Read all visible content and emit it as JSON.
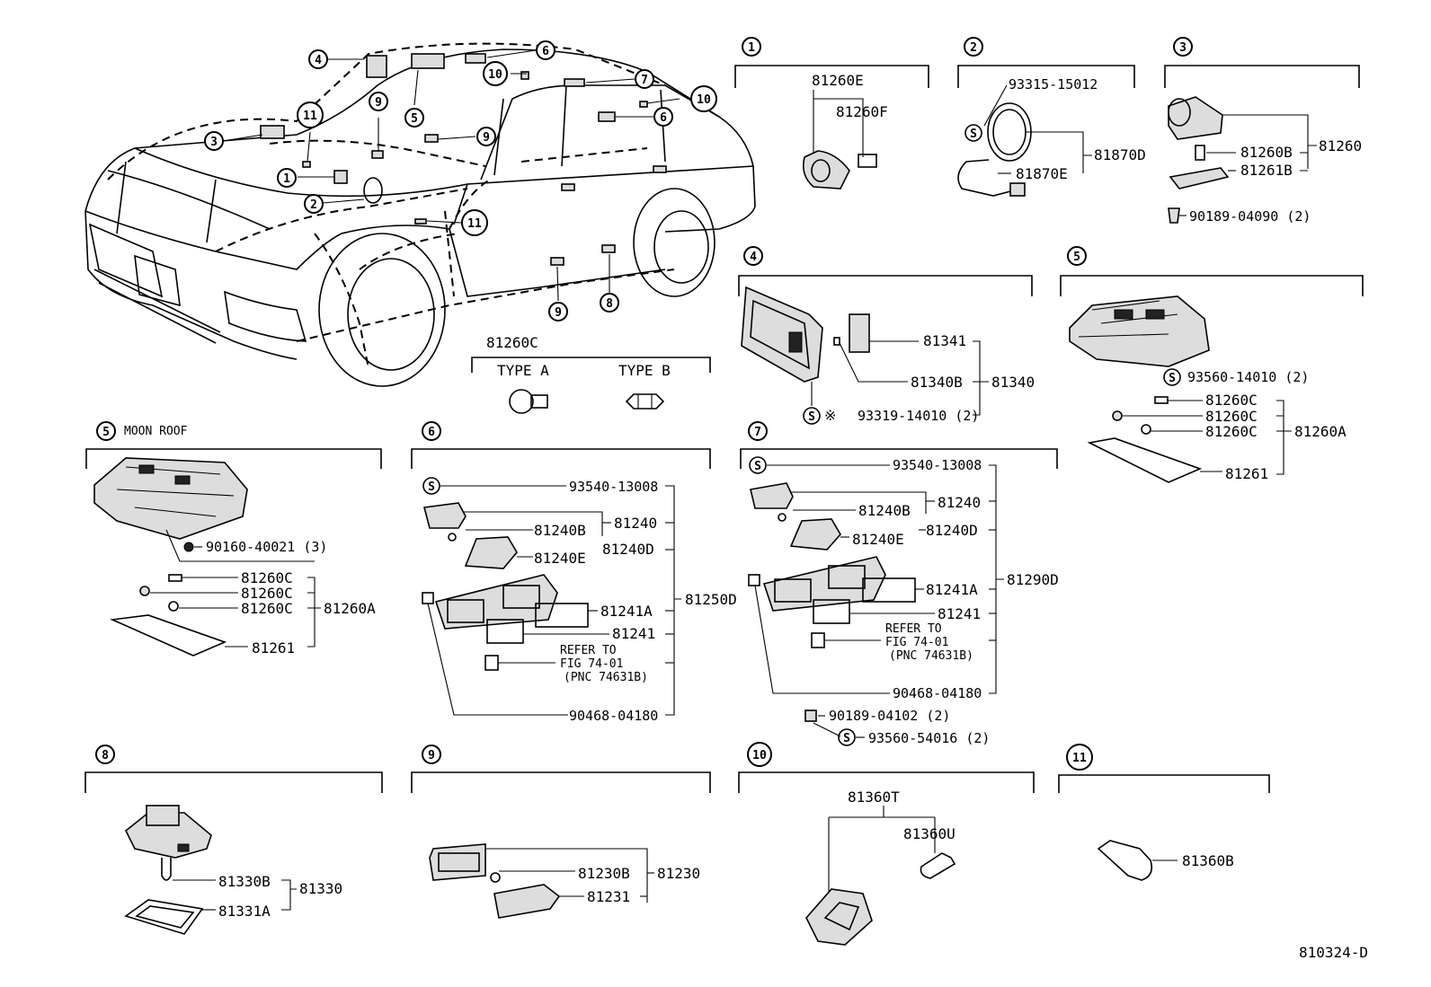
{
  "diagram_id": "810324-D",
  "car_callouts": [
    "1",
    "2",
    "3",
    "4",
    "5",
    "6",
    "7",
    "8",
    "9",
    "10",
    "11"
  ],
  "lamp_note": {
    "part": "81260C",
    "type_a": "TYPE A",
    "type_b": "TYPE B"
  },
  "circle_s": "S",
  "asterisk": "※",
  "section1": {
    "num": "1",
    "parts": [
      "81260E",
      "81260F"
    ]
  },
  "section2": {
    "num": "2",
    "parts": [
      "93315-15012",
      "81870D",
      "81870E"
    ]
  },
  "section3": {
    "num": "3",
    "parts": [
      "81260",
      "81260B",
      "81261B"
    ]
  },
  "section4": {
    "num": "4",
    "parts": [
      "81341",
      "81340B",
      "81340",
      "93319-14010 (2)"
    ]
  },
  "section5": {
    "num": "5",
    "parts": [
      "90189-04090 (2)",
      "93560-14010 (2)",
      "81260C",
      "81260C",
      "81260C",
      "81260A",
      "81261"
    ]
  },
  "section5m": {
    "num": "5",
    "label": "MOON ROOF",
    "parts": [
      "90160-40021 (3)",
      "81260C",
      "81260C",
      "81260C",
      "81260A",
      "81261"
    ]
  },
  "section6": {
    "num": "6",
    "parts": [
      "93540-13008",
      "81240",
      "81240B",
      "81240D",
      "81240E",
      "81241A",
      "81250D",
      "81241",
      "90468-04180"
    ],
    "refer": [
      "REFER TO",
      "FIG 74-01",
      "(PNC 74631B)"
    ]
  },
  "section7": {
    "num": "7",
    "parts": [
      "93540-13008",
      "81240",
      "81240B",
      "81240D",
      "81240E",
      "81241A",
      "81290D",
      "81241",
      "90468-04180",
      "90189-04102 (2)",
      "93560-54016 (2)"
    ],
    "refer": [
      "REFER TO",
      "FIG 74-01",
      "(PNC 74631B)"
    ]
  },
  "section8": {
    "num": "8",
    "parts": [
      "81330B",
      "81330",
      "81331A"
    ]
  },
  "section9": {
    "num": "9",
    "parts": [
      "81230B",
      "81230",
      "81231"
    ]
  },
  "section10": {
    "num": "10",
    "parts": [
      "81360T",
      "81360U"
    ]
  },
  "section11": {
    "num": "11",
    "parts": [
      "81360B"
    ]
  }
}
